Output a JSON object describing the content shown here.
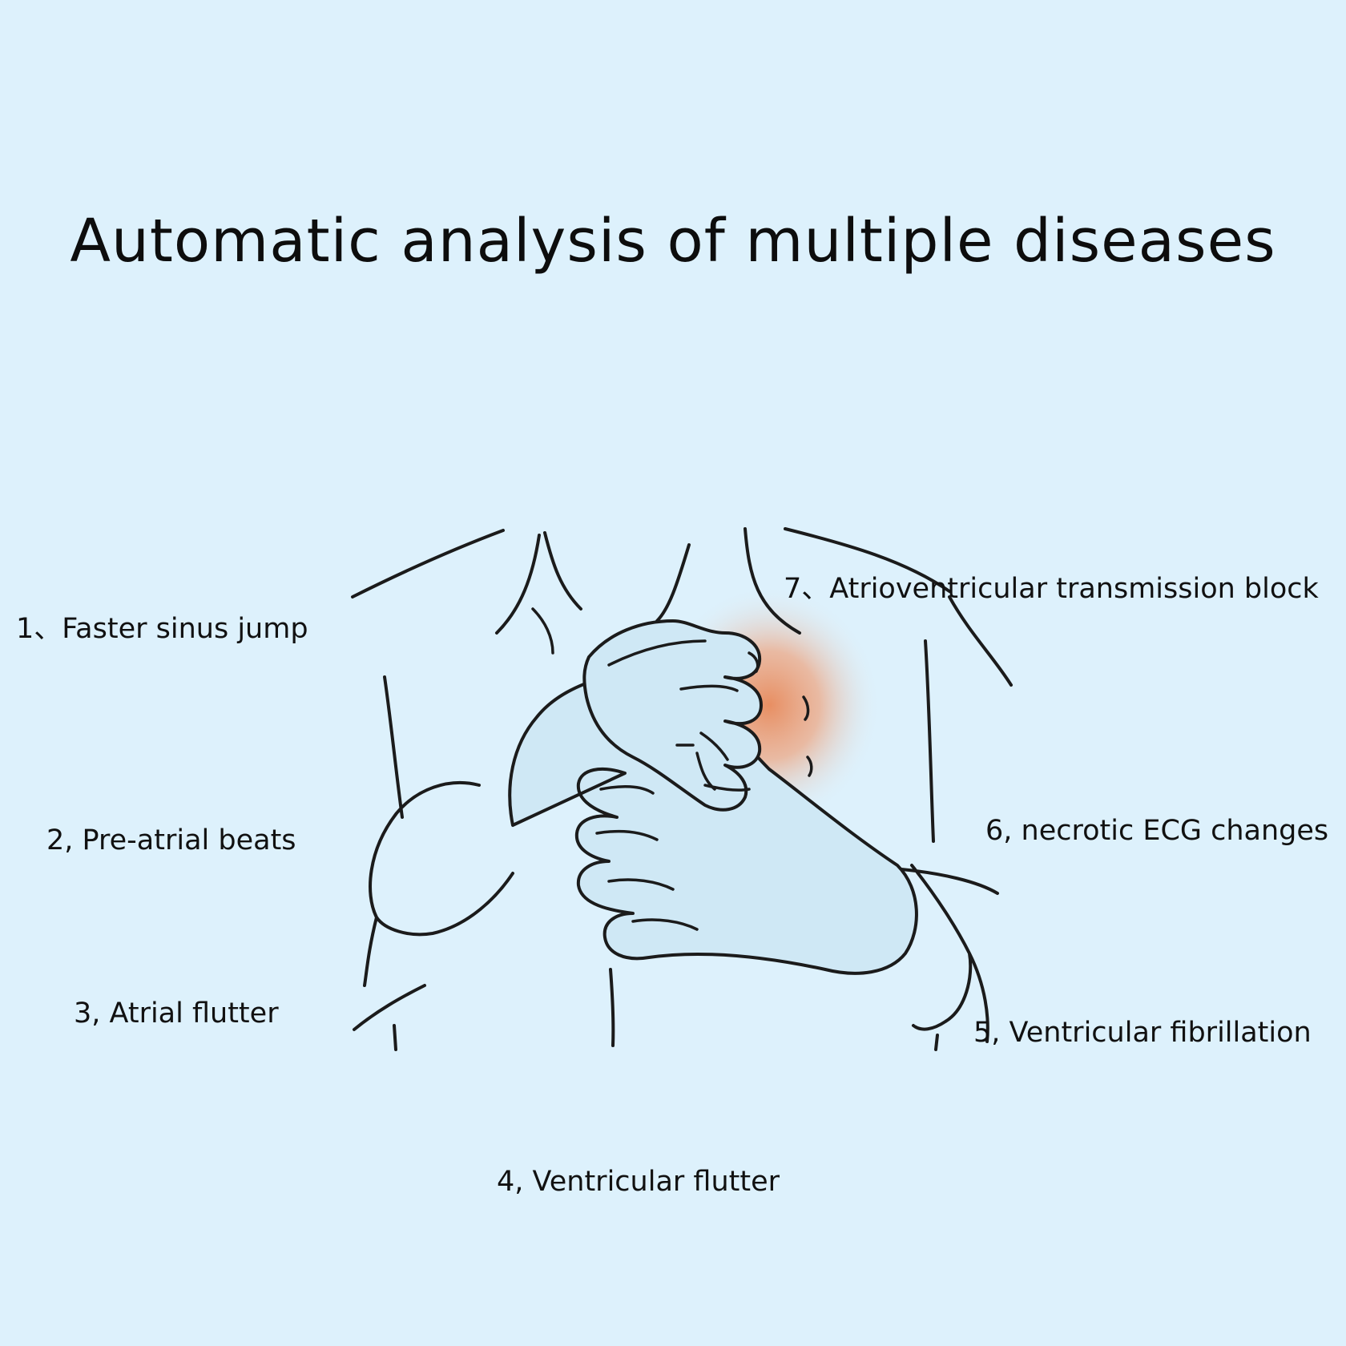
{
  "title": "Automatic analysis of multiple diseases",
  "labels": {
    "item1": "1、Faster sinus jump",
    "item2": "2, Pre-atrial beats",
    "item3": "3, Atrial flutter",
    "item4": "4, Ventricular flutter",
    "item5": "5, Ventricular fibrillation",
    "item6": "6, necrotic ECG changes",
    "item7": "7、Atrioventricular transmission block"
  },
  "colors": {
    "background": "#ddf1fc",
    "pain_glow": "#e8895a",
    "outline": "#1b1b1b"
  }
}
